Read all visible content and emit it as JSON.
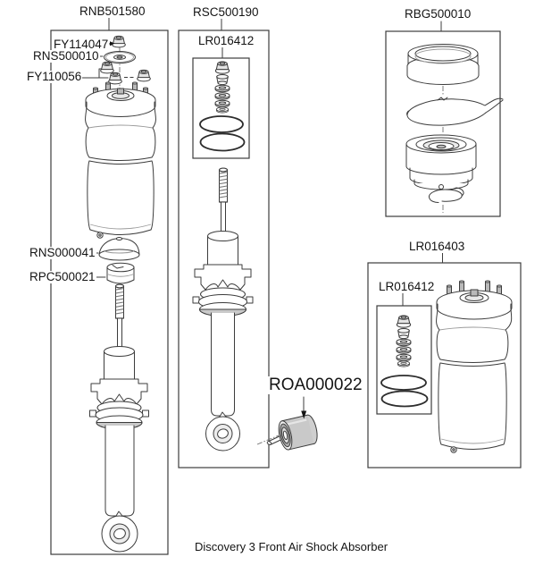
{
  "caption": "Discovery 3 Front Air Shock Absorber",
  "labels": {
    "rnb501580": "RNB501580",
    "rsc500190": "RSC500190",
    "rbg500010": "RBG500010",
    "lr016403": "LR016403",
    "lr016412_mid": "LR016412",
    "lr016412_right": "LR016412",
    "fy114047": "FY114047",
    "rns500010": "RNS500010",
    "fy110056": "FY110056",
    "rns000041": "RNS000041",
    "rpc500021": "RPC500021",
    "roa000022": "ROA000022"
  },
  "assembly_groups": [
    {
      "part_number": "RNB501580",
      "visible_parts": [
        "FY114047",
        "RNS500010",
        "FY110056",
        "RNS000041",
        "RPC500021"
      ]
    },
    {
      "part_number": "RSC500190",
      "visible_parts": [
        "LR016412"
      ]
    },
    {
      "part_number": "RBG500010",
      "visible_parts": []
    },
    {
      "part_number": "LR016403",
      "visible_parts": [
        "LR016412"
      ]
    },
    {
      "part_number": "ROA000022",
      "visible_parts": []
    }
  ],
  "colors": {
    "line": "#3c3c3c",
    "background": "#ffffff",
    "shade_gray": "#c9c9c9"
  }
}
